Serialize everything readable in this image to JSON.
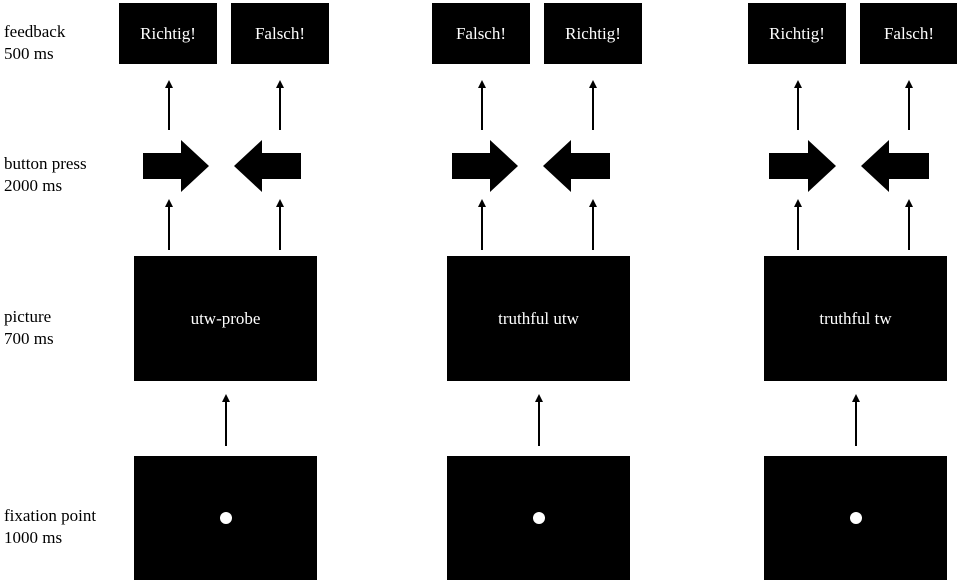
{
  "stages": [
    {
      "id": "feedback",
      "label": "feedback",
      "duration": "500 ms"
    },
    {
      "id": "button-press",
      "label": "button press",
      "duration": "2000 ms"
    },
    {
      "id": "picture",
      "label": "picture",
      "duration": "700 ms"
    },
    {
      "id": "fixation-point",
      "label": "fixation point",
      "duration": "1000 ms"
    }
  ],
  "conditions": [
    {
      "picture": "utw-probe",
      "feedback_right_arrow": "Richtig!",
      "feedback_left_arrow": "Falsch!"
    },
    {
      "picture": "truthful utw",
      "feedback_right_arrow": "Falsch!",
      "feedback_left_arrow": "Richtig!"
    },
    {
      "picture": "truthful tw",
      "feedback_right_arrow": "Richtig!",
      "feedback_left_arrow": "Falsch!"
    }
  ]
}
